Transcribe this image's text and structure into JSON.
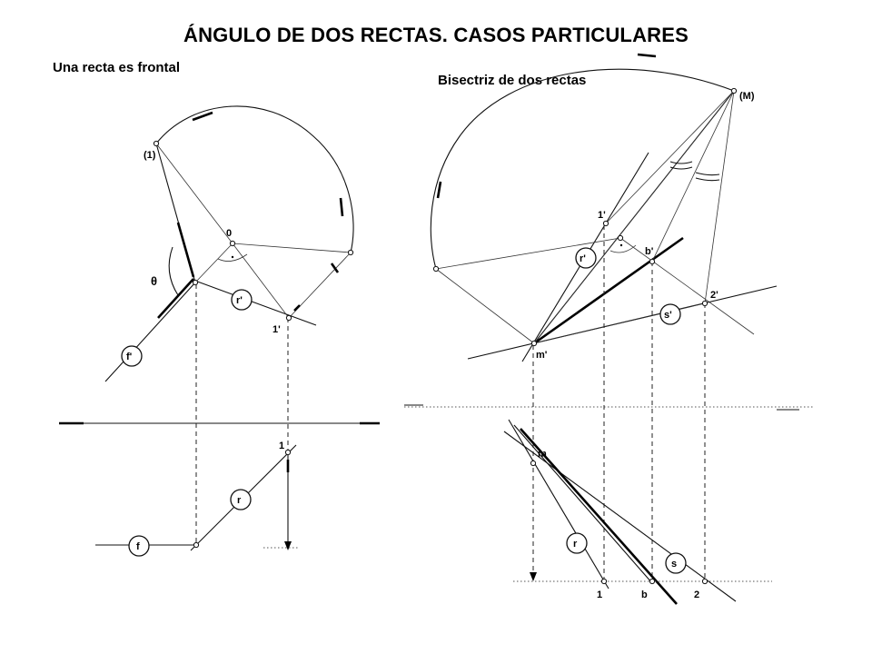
{
  "title": "ÁNGULO DE DOS RECTAS. CASOS PARTICULARES",
  "left_panel": {
    "subtitle": "Una recta es frontal",
    "labels": {
      "p1": "(1)",
      "o": "0",
      "theta": "θ",
      "r_prime": "r'",
      "one_prime": "1'",
      "f_prime": "f'",
      "one": "1",
      "r": "r",
      "f": "f"
    }
  },
  "right_panel": {
    "subtitle": "Bisectriz de dos rectas",
    "labels": {
      "M": "(M)",
      "one_prime": "1'",
      "r_prime": "r'",
      "b_prime": "b'",
      "two_prime": "2'",
      "s_prime": "s'",
      "m_prime": "m'",
      "m": "m",
      "r": "r",
      "s": "s",
      "one": "1",
      "b": "b",
      "two": "2"
    }
  }
}
